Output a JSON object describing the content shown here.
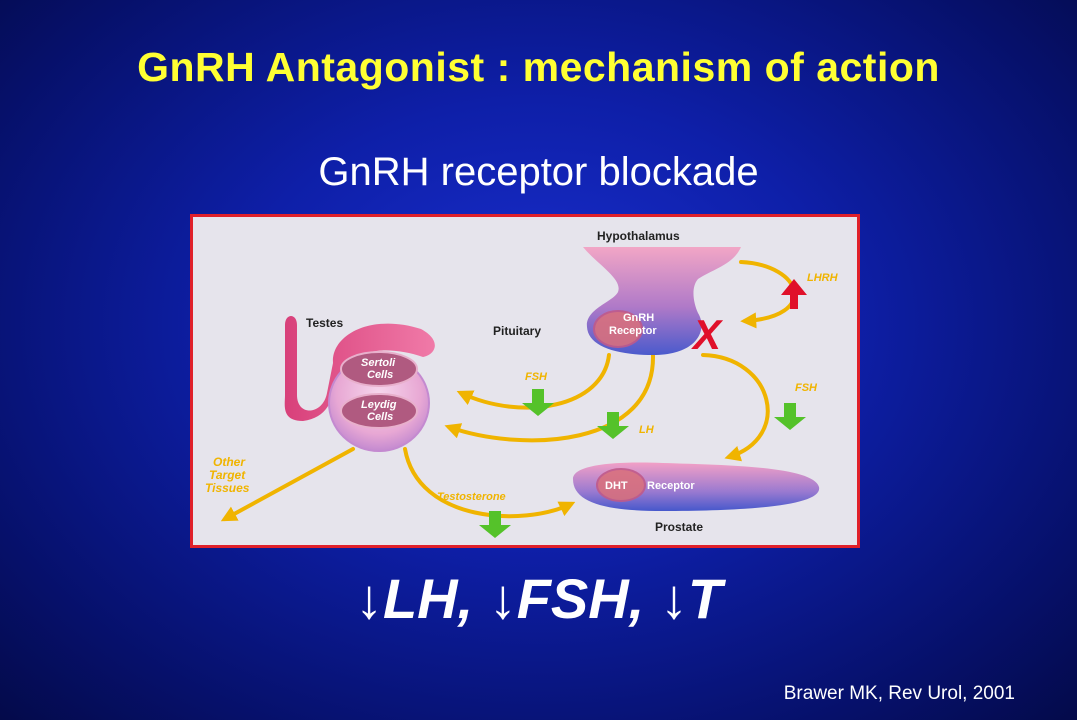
{
  "slide": {
    "title": "GnRH Antagonist : mechanism of action",
    "subtitle": "GnRH receptor blockade",
    "levels": "↓LH, ↓FSH, ↓T",
    "citation": "Brawer MK, Rev Urol, 2001"
  },
  "diagram": {
    "hypothalamus": "Hypothalamus",
    "pituitary": "Pituitary",
    "gnrh_receptor_line1": "GnRH",
    "gnrh_receptor_line2": "Receptor",
    "block_mark": "X",
    "lhrh": "LHRH",
    "testes": "Testes",
    "sertoli_line1": "Sertoli",
    "sertoli_line2": "Cells",
    "leydig_line1": "Leydig",
    "leydig_line2": "Cells",
    "fsh_left": "FSH",
    "fsh_right": "FSH",
    "lh": "LH",
    "testosterone": "Testosterone",
    "other_line1": "Other",
    "other_line2": "Target",
    "other_line3": "Tissues",
    "dht": "DHT",
    "receptor": "Receptor",
    "prostate": "Prostate"
  },
  "colors": {
    "title": "#ffff33",
    "border": "#e0202a",
    "arrow_yellow": "#f0b400",
    "arrow_green": "#55c22a",
    "arrow_red": "#e0102a"
  }
}
